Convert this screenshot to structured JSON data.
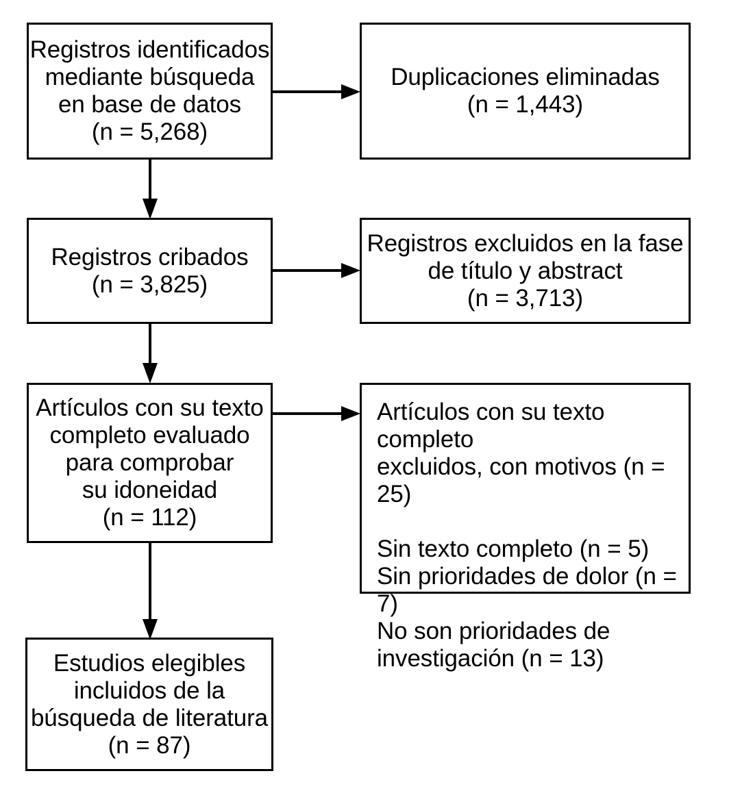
{
  "diagram": {
    "title": "PRISMA flow diagram",
    "language": "es",
    "line_color": "#000000",
    "box_fill": "#ffffff",
    "text_color": "#000000"
  },
  "boxes": {
    "identified": {
      "name": "records-identified",
      "text": "Registros identificados\nmediante búsqueda\nen base de datos\n(n = 5,268)",
      "lines": [
        "Registros identificados",
        "mediante búsqueda",
        "en base de datos",
        "(n = 5,268)"
      ],
      "count": "5,268",
      "align": "center"
    },
    "duplicates": {
      "name": "duplicates-removed",
      "text": "Duplicaciones eliminadas\n(n = 1,443)",
      "lines": [
        "Duplicaciones eliminadas",
        "(n = 1,443)"
      ],
      "count": "1,443",
      "align": "center"
    },
    "screened": {
      "name": "records-screened",
      "text": "Registros cribados\n(n = 3,825)",
      "lines": [
        "Registros cribados",
        "(n = 3,825)"
      ],
      "count": "3,825",
      "align": "center"
    },
    "excluded_title_abstract": {
      "name": "records-excluded-title-abstract",
      "text": "Registros excluidos en la fase\nde título y abstract\n(n = 3,713)",
      "lines": [
        "Registros excluidos en la fase",
        "de título y abstract",
        "(n = 3,713)"
      ],
      "count": "3,713",
      "align": "center"
    },
    "fulltext_assessed": {
      "name": "fulltext-assessed",
      "text": "Artículos con su texto\ncompleto evaluado\npara comprobar\nsu idoneidad\n(n = 112)",
      "lines": [
        "Artículos con su texto",
        "completo evaluado",
        "para comprobar",
        "su idoneidad",
        "(n = 112)"
      ],
      "count": "112",
      "align": "center"
    },
    "fulltext_excluded": {
      "name": "fulltext-excluded-with-reasons",
      "text": "Artículos con su texto completo\nexcluidos, con motivos (n = 25)\n\nSin texto completo (n = 5)\nSin prioridades de dolor (n = 7)\nNo son prioridades de\ninvestigación (n = 13)",
      "lines": [
        "Artículos con su texto completo",
        "excluidos, con motivos (n = 25)",
        "",
        "Sin texto completo (n = 5)",
        "Sin prioridades de dolor (n = 7)",
        "No son prioridades de",
        "investigación (n = 13)"
      ],
      "count": "25",
      "reasons": [
        {
          "label": "Sin texto completo",
          "count": "5"
        },
        {
          "label": "Sin prioridades de dolor",
          "count": "7"
        },
        {
          "label": "No son prioridades de investigación",
          "count": "13"
        }
      ],
      "align": "left"
    },
    "included": {
      "name": "studies-included",
      "text": "Estudios elegibles\nincluidos de la\nbúsqueda de literatura\n(n = 87)",
      "lines": [
        "Estudios elegibles",
        "incluidos de la",
        "búsqueda de literatura",
        "(n = 87)"
      ],
      "count": "87",
      "align": "center"
    }
  },
  "connectors": [
    {
      "name": "arrow-identified-to-duplicates",
      "from": "identified",
      "to": "duplicates",
      "direction": "right"
    },
    {
      "name": "arrow-identified-to-screened",
      "from": "identified",
      "to": "screened",
      "direction": "down"
    },
    {
      "name": "arrow-screened-to-excluded-title-abstract",
      "from": "screened",
      "to": "excluded_title_abstract",
      "direction": "right"
    },
    {
      "name": "arrow-screened-to-fulltext",
      "from": "screened",
      "to": "fulltext_assessed",
      "direction": "down"
    },
    {
      "name": "arrow-fulltext-to-fulltext-excluded",
      "from": "fulltext_assessed",
      "to": "fulltext_excluded",
      "direction": "right"
    },
    {
      "name": "arrow-fulltext-to-included",
      "from": "fulltext_assessed",
      "to": "included",
      "direction": "down"
    }
  ]
}
